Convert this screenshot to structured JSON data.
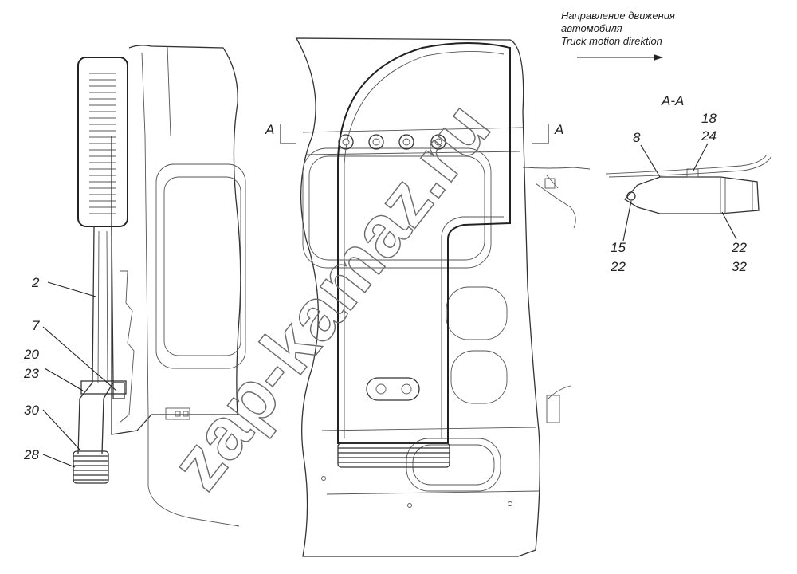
{
  "direction_note": {
    "line1": "Направление движения",
    "line2": "автомобиля",
    "line3": "Truck motion direktion"
  },
  "section": {
    "title": "A-A",
    "marker_left": "A",
    "marker_right": "A"
  },
  "callouts_left": {
    "c2": "2",
    "c7": "7",
    "c20": "20",
    "c23": "23",
    "c30": "30",
    "c28": "28"
  },
  "callouts_section": {
    "c8": "8",
    "c18": "18",
    "c24": "24",
    "c15": "15",
    "c22a": "22",
    "c22b": "22",
    "c32": "32"
  },
  "watermark": "zap-kamaz.ru"
}
